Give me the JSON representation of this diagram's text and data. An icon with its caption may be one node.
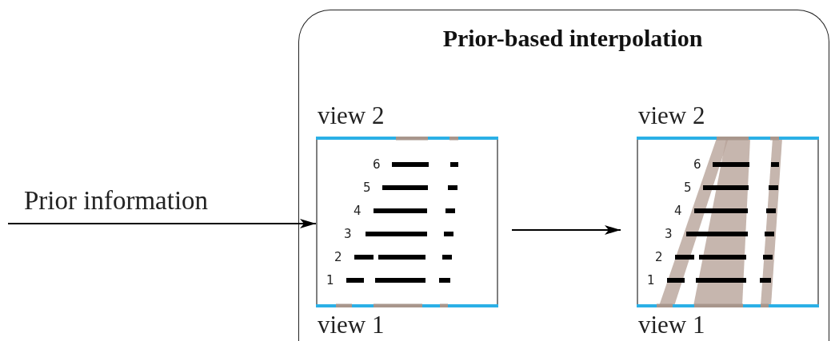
{
  "diagram": {
    "nodes": [
      {
        "text": [
          "Prior-based interpolation"
        ]
      },
      {
        "text": [
          "view 2",
          "view 1"
        ],
        "in": 0
      },
      {
        "text": [
          "view 2",
          "view 1"
        ],
        "in": 0
      },
      {
        "text": [
          "Prior information"
        ]
      }
    ],
    "edges": [
      {
        "from": 3,
        "to": 1,
        "arrow": "to"
      },
      {
        "from": 1,
        "to": 2,
        "arrow": "to"
      }
    ],
    "labels": [
      "6",
      "5",
      "4",
      "3",
      "2",
      "1",
      "6",
      "5",
      "4",
      "3",
      "2",
      "1"
    ]
  }
}
